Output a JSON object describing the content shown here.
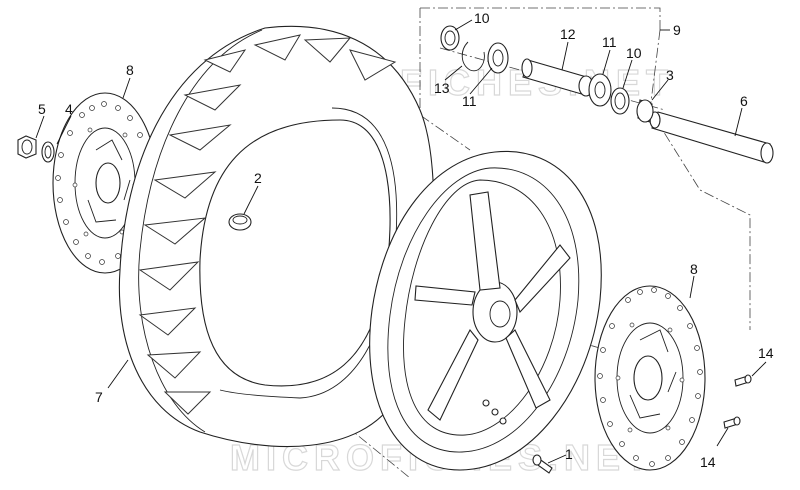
{
  "watermark": {
    "text": "MICROFICHES.NET"
  },
  "callouts": [
    {
      "id": "c1",
      "text": "1"
    },
    {
      "id": "c2",
      "text": "2"
    },
    {
      "id": "c3",
      "text": "3"
    },
    {
      "id": "c4",
      "text": "4"
    },
    {
      "id": "c5",
      "text": "5"
    },
    {
      "id": "c6",
      "text": "6"
    },
    {
      "id": "c7",
      "text": "7"
    },
    {
      "id": "c8a",
      "text": "8"
    },
    {
      "id": "c8b",
      "text": "8"
    },
    {
      "id": "c9",
      "text": "9"
    },
    {
      "id": "c10a",
      "text": "10"
    },
    {
      "id": "c10b",
      "text": "10"
    },
    {
      "id": "c11a",
      "text": "11"
    },
    {
      "id": "c11b",
      "text": "11"
    },
    {
      "id": "c12",
      "text": "12"
    },
    {
      "id": "c13",
      "text": "13"
    },
    {
      "id": "c14a",
      "text": "14"
    },
    {
      "id": "c14b",
      "text": "14"
    }
  ]
}
